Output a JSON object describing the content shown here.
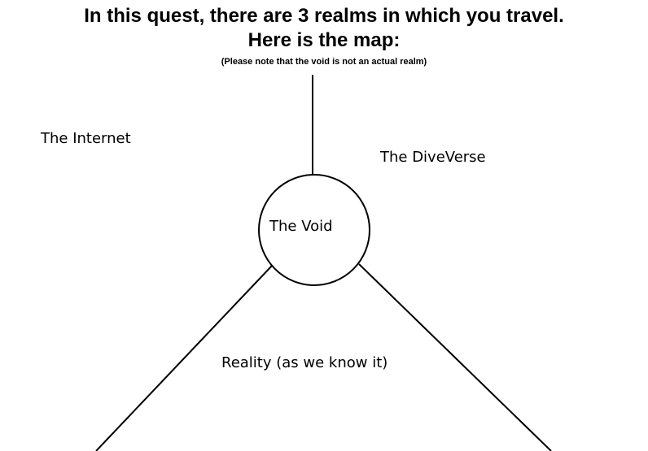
{
  "title_line1": "In this quest, there are 3 realms in which you travel.",
  "title_line2": "Here is the map:",
  "note": "(Please note that the void is not an actual realm)",
  "realms": {
    "internet": "The Internet",
    "diveverse": "The DiveVerse",
    "void": "The Void",
    "reality": "Reality (as we know it)"
  }
}
